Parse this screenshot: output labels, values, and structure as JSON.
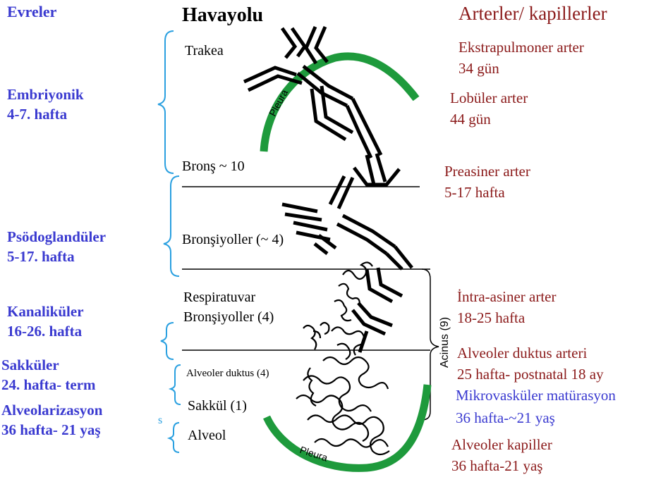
{
  "header": {
    "stages": "Evreler",
    "airway": "Havayolu",
    "arteries": "Arterler/ kapillerler"
  },
  "stages": [
    {
      "name": "Embriyonik",
      "period": "4-7. hafta"
    },
    {
      "name": "Psödoglandüler",
      "period": "5-17. hafta"
    },
    {
      "name": "Kanaliküler",
      "period": "16-26. hafta"
    },
    {
      "name": "Sakküler",
      "period": "24. hafta- term"
    },
    {
      "name": "Alveolarizasyon",
      "period": "36 hafta- 21 yaş"
    }
  ],
  "airway_levels": [
    {
      "label": "Trakea"
    },
    {
      "label": "Bronş ~ 10"
    },
    {
      "label": "Bronşiyoller (~ 4)"
    },
    {
      "label": "Respiratuvar",
      "label2": "Bronşiyoller (4)"
    },
    {
      "label": "Alveoler duktus (4)"
    },
    {
      "label": "Sakkül (1)"
    },
    {
      "label": "Alveol"
    }
  ],
  "vessels": [
    {
      "name": "Ekstrapulmoner arter",
      "time": "34 gün"
    },
    {
      "name": "Lobüler  arter",
      "time": "44 gün"
    },
    {
      "name": "Preasiner arter",
      "time": "5-17 hafta"
    },
    {
      "name": "İntra-asiner arter",
      "time": "18-25 hafta"
    },
    {
      "name": "Alveoler duktus arteri",
      "time": "25 hafta- postnatal 18 ay"
    },
    {
      "name": "Mikrovasküler matürasyon",
      "time": "36 hafta-~21 yaş"
    },
    {
      "name": "Alveoler kapiller",
      "time": "36 hafta-21 yaş"
    }
  ],
  "labels": {
    "pleura_top": "Pleura",
    "pleura_bottom": "Pleura",
    "acinus": "Acinus (9)",
    "stray_s": "s"
  },
  "colors": {
    "stage_blue": "#3a3ad0",
    "artery_red": "#8b1a1a",
    "pleura_green": "#1e9a3c",
    "brace_blue": "#2aa0e0"
  }
}
